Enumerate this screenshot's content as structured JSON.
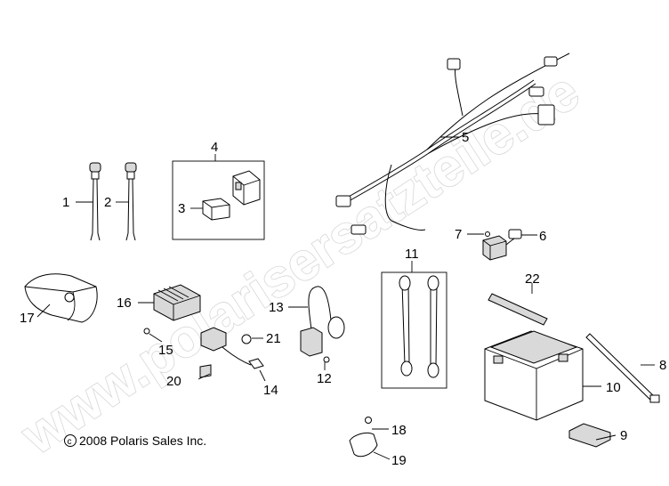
{
  "watermark": "www.polarisersatzteile.de",
  "copyright": "2008 Polaris Sales Inc.",
  "callouts": {
    "c1": "1",
    "c2": "2",
    "c3": "3",
    "c4": "4",
    "c5": "5",
    "c6": "6",
    "c7": "7",
    "c8": "8",
    "c9": "9",
    "c10": "10",
    "c11": "11",
    "c12": "12",
    "c13": "13",
    "c14": "14",
    "c15": "15",
    "c16": "16",
    "c17": "17",
    "c18": "18",
    "c19": "19",
    "c20": "20",
    "c21": "21",
    "c22": "22"
  }
}
